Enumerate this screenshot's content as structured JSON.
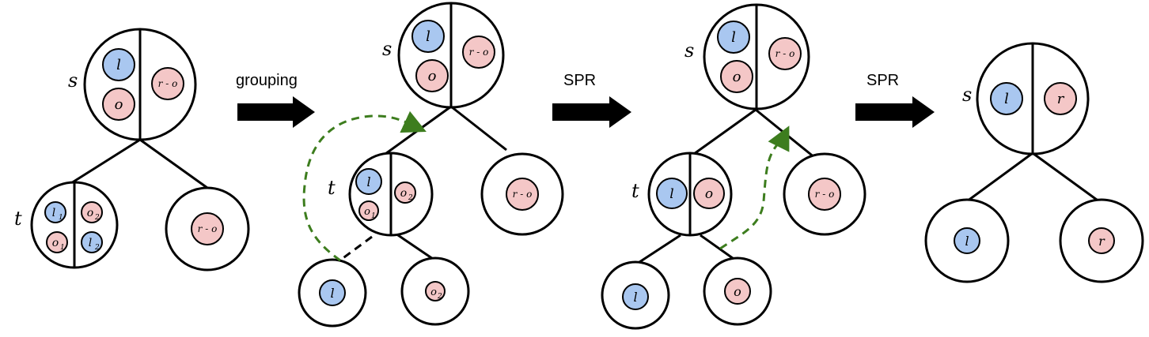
{
  "colors": {
    "blue": "#a9c7f0",
    "pink": "#f4c7c7",
    "green": "#3d7d1e",
    "arrow": "#000000"
  },
  "steps": {
    "grouping": "grouping",
    "spr1": "SPR",
    "spr2": "SPR"
  },
  "labels": {
    "s": "s",
    "t": "t"
  },
  "chips": {
    "l": "l",
    "o": "o",
    "r": "r",
    "r_minus_o": "r - o",
    "l_sub_1": "1",
    "l_sub_2": "2",
    "o_sub_1": "1",
    "o_sub_2": "2"
  }
}
